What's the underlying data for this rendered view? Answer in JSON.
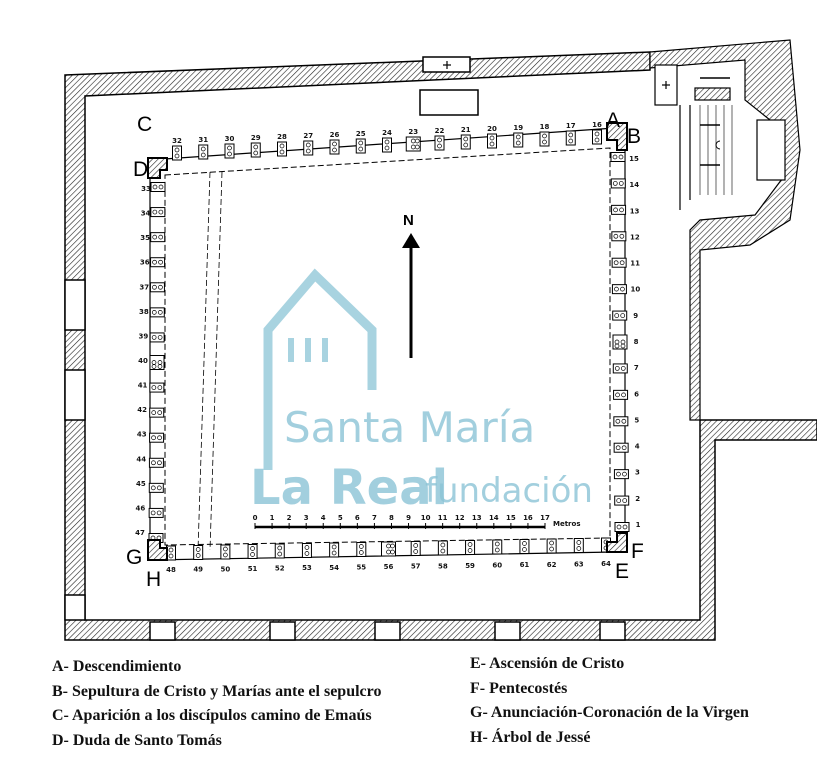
{
  "plan": {
    "corner_labels": {
      "A": "A",
      "B": "B",
      "C": "C",
      "D": "D",
      "E": "E",
      "F": "F",
      "G": "G",
      "H": "H"
    },
    "north_label": "N",
    "scale": {
      "ticks": [
        "0",
        "1",
        "2",
        "3",
        "4",
        "5",
        "6",
        "7",
        "8",
        "9",
        "10",
        "11",
        "12",
        "13",
        "14",
        "15",
        "16",
        "17"
      ],
      "unit": "Metros"
    },
    "capitals": {
      "east": [
        "15",
        "14",
        "13",
        "12",
        "11",
        "10",
        "9",
        "8",
        "7",
        "6",
        "5",
        "4",
        "3",
        "2",
        "1"
      ],
      "north": [
        "32",
        "31",
        "30",
        "29",
        "28",
        "27",
        "26",
        "25",
        "24",
        "23",
        "22",
        "21",
        "20",
        "19",
        "18",
        "17",
        "16"
      ],
      "west": [
        "33",
        "34",
        "35",
        "36",
        "37",
        "38",
        "39",
        "40",
        "41",
        "42",
        "43",
        "44",
        "45",
        "46",
        "47"
      ],
      "south": [
        "48",
        "49",
        "50",
        "51",
        "52",
        "53",
        "54",
        "55",
        "56",
        "57",
        "58",
        "59",
        "60",
        "61",
        "62",
        "63",
        "64"
      ]
    },
    "double_capitals": [
      "8",
      "23",
      "40",
      "56"
    ]
  },
  "watermark": {
    "line1": "Santa María",
    "line2": "La Real",
    "line3": "fundación",
    "color": "#8cc4d6"
  },
  "legend": {
    "left": [
      "A- Descendimiento",
      "B- Sepultura de Cristo y Marías ante el sepulcro",
      "C- Aparición a los discípulos camino de Emaús",
      "D- Duda de Santo Tomás"
    ],
    "right": [
      "E- Ascensión de Cristo",
      "F- Pentecostés",
      "G- Anunciación-Coronación de la Virgen",
      "H- Árbol de Jessé"
    ]
  }
}
